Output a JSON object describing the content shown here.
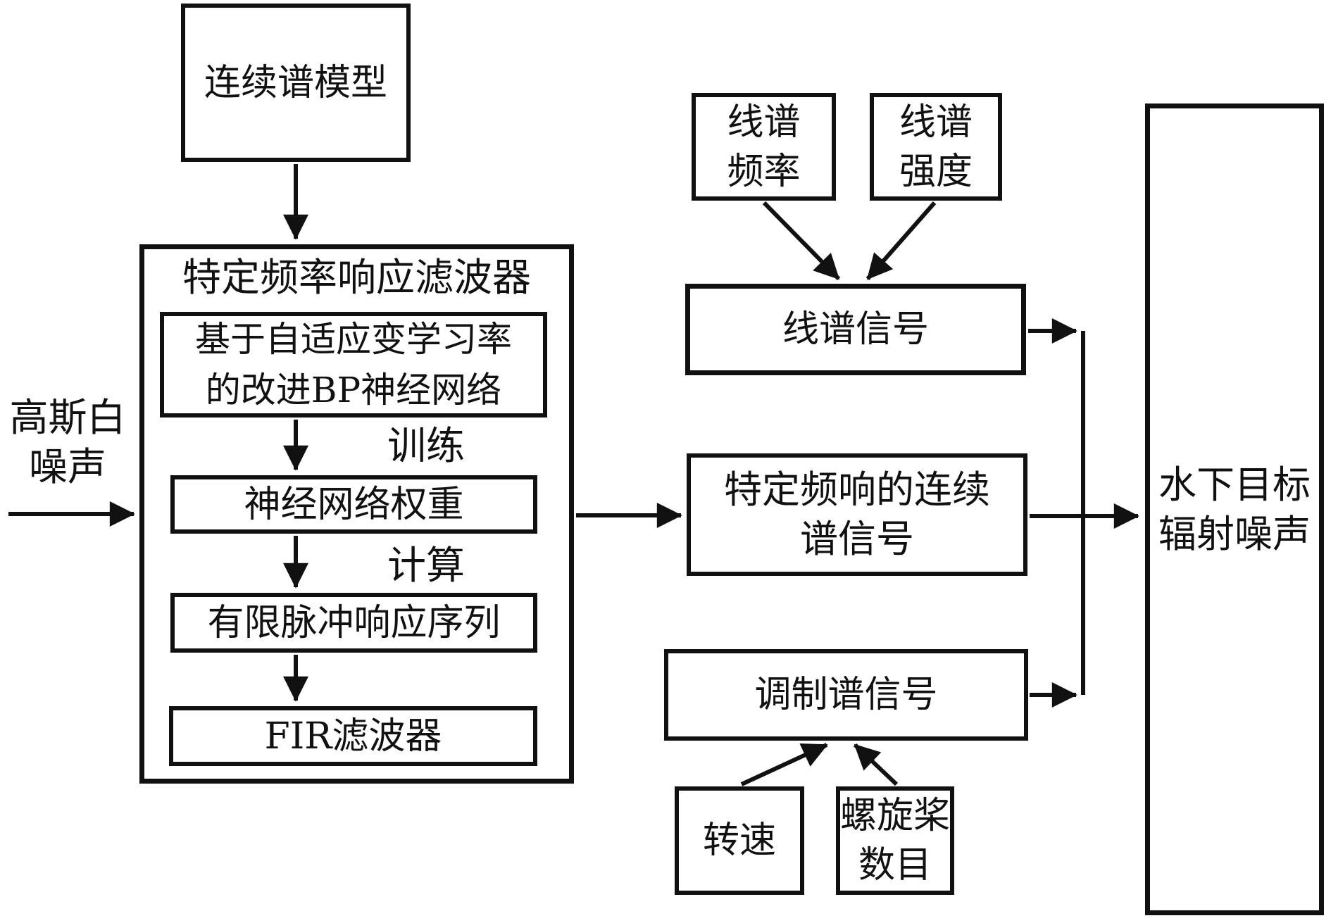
{
  "page": {
    "background": "#ffffff",
    "line_color": "#111111"
  },
  "nodes": {
    "continuous_model": {
      "label": "连续谱模型"
    },
    "filter": {
      "title": "特定频率响应滤波器"
    },
    "bp_network": {
      "label": "基于自适应变学习率\n的改进BP神经网络"
    },
    "nn_weights": {
      "label": "神经网络权重"
    },
    "fir_sequence": {
      "label": "有限脉冲响应序列"
    },
    "fir_filter": {
      "label": "FIR滤波器"
    },
    "gaussian_noise": {
      "label": "高斯白\n噪声"
    },
    "line_spectrum_frequency": {
      "label": "线谱\n频率"
    },
    "line_spectrum_intensity": {
      "label": "线谱\n强度"
    },
    "line_spectrum_signal": {
      "label": "线谱信号"
    },
    "continuous_spectrum_signal": {
      "label": "特定频响的连续\n谱信号"
    },
    "modulation_spectrum_signal": {
      "label": "调制谱信号"
    },
    "rotation_speed": {
      "label": "转速"
    },
    "propeller_count": {
      "label": "螺旋桨\n数目"
    },
    "radiated_noise": {
      "label": "水下目标\n辐射噪声"
    }
  },
  "edge_labels": {
    "train": "训练",
    "compute": "计算"
  }
}
